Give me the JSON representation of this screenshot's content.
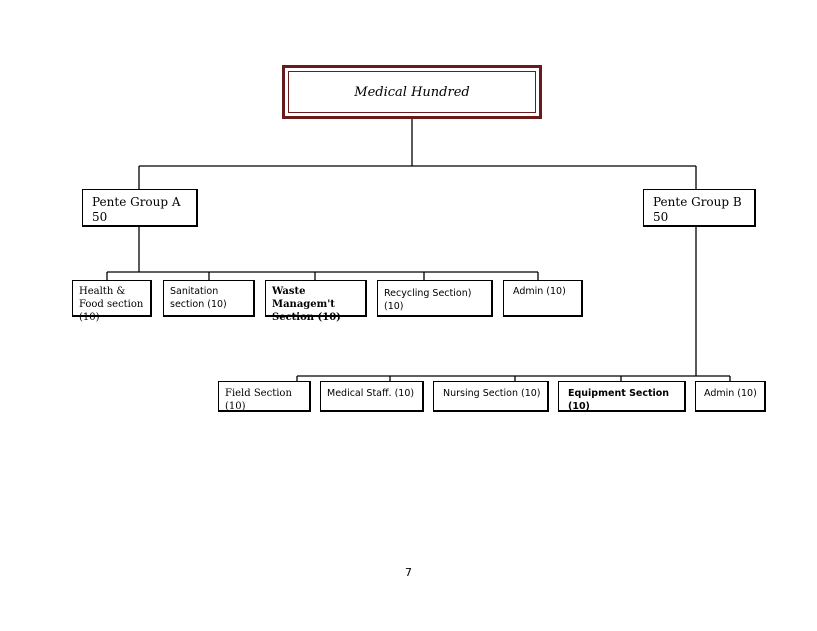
{
  "title": "Medical Hundred",
  "groups": [
    {
      "name": "Pente Group A",
      "count": "50"
    },
    {
      "name": "Pente Group B",
      "count": "50"
    }
  ],
  "group_a_sections": [
    "Health & Food section (10)",
    "Sanitation section (10)",
    "Waste Managem't Section (10)",
    "Recycling Section) (10)",
    "Admin  (10)"
  ],
  "group_b_sections": [
    "Field Section (10)",
    "Medical Staff.  (10)",
    "Nursing Section  (10)",
    "Equipment Section  (10)",
    "Admin   (10)"
  ],
  "page_number": "7",
  "colors": {
    "title_border": "#6b1a1c",
    "lines": "#000000"
  }
}
